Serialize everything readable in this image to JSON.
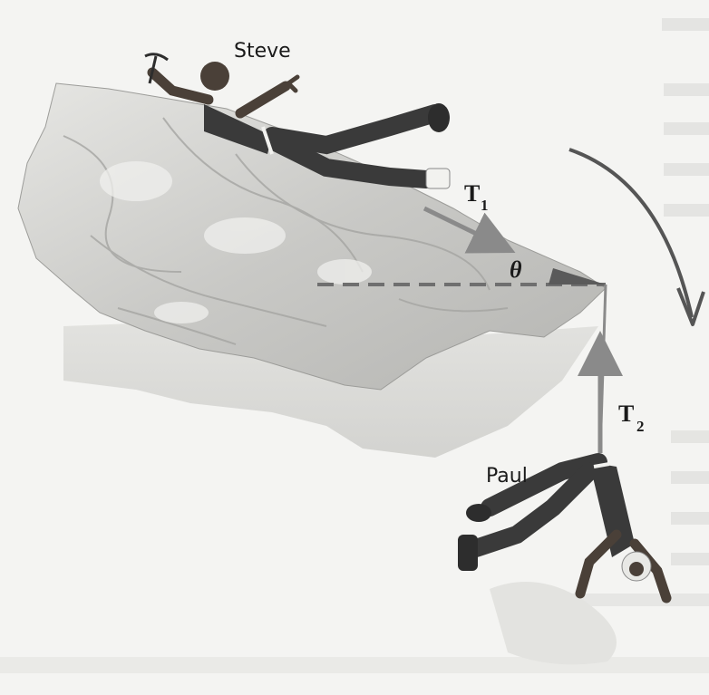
{
  "labels": {
    "steve": "Steve",
    "paul": "Paul",
    "t1_letter": "T",
    "t1_sub": "1",
    "t2_letter": "T",
    "t2_sub": "2",
    "theta": "θ"
  },
  "colors": {
    "background": "#f4f4f2",
    "ice_light": "#d9d9d6",
    "ice_dark": "#a9a9a6",
    "climber_body": "#3a3a3a",
    "climber_skin": "#4a4038",
    "rope": "#7a7a7a",
    "vector_arrow": "#8a8a8a",
    "rotation_arrow": "#555555",
    "dashed_line": "#6f6f6f",
    "angle_wedge": "#5a5a5a"
  },
  "icons": {
    "rotation": "curved-arrow-clockwise",
    "ice_axe": "ice-axe-icon"
  }
}
